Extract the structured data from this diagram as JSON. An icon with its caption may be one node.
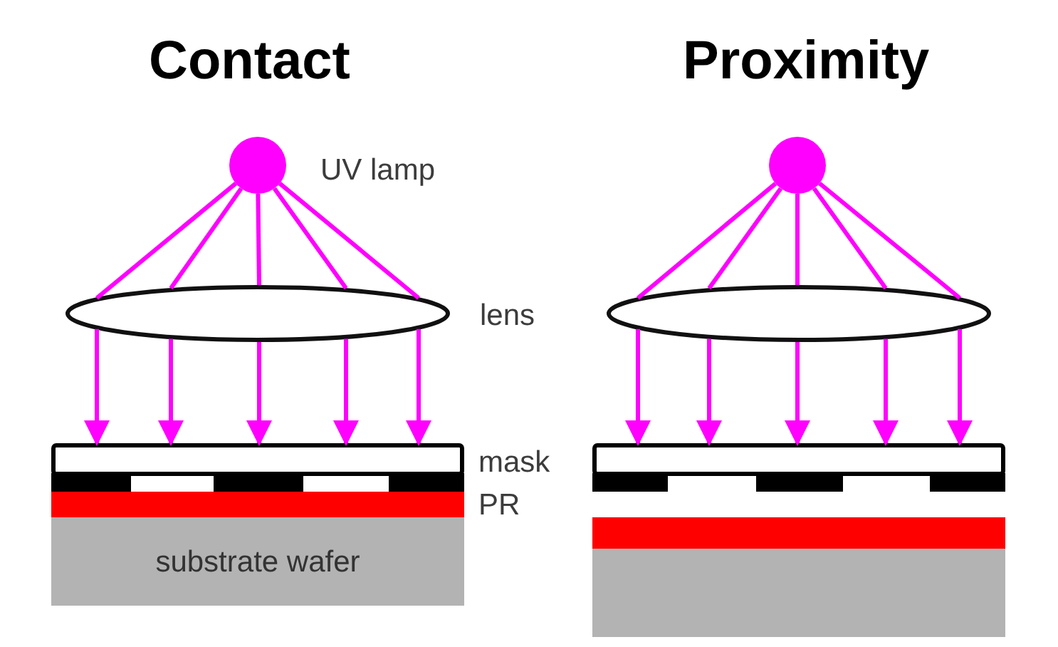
{
  "diagram": {
    "nodes": [
      {
        "text": [],
        "shape": "circle",
        "beside": [
          "UV lamp"
        ]
      },
      {
        "text": [],
        "shape": "ellipse",
        "beside": [
          "lens"
        ]
      },
      {
        "text": [],
        "shape": "box",
        "beside": [
          "mask"
        ]
      },
      {
        "text": [],
        "shape": "bar",
        "beside": [
          "PR"
        ]
      },
      {
        "text": [
          "substrate wafer"
        ]
      },
      {
        "text": [],
        "shape": "circle"
      },
      {
        "text": [],
        "shape": "ellipse"
      },
      {
        "text": [],
        "shape": "box"
      },
      {
        "text": [],
        "shape": "bar"
      },
      {
        "text": [],
        "shape": "box"
      }
    ],
    "edges": [
      {
        "from": 0,
        "to": 1,
        "arrow": "none"
      },
      {
        "from": 0,
        "to": 1,
        "arrow": "none"
      },
      {
        "from": 0,
        "to": 1,
        "arrow": "none"
      },
      {
        "from": 0,
        "to": 1,
        "arrow": "none"
      },
      {
        "from": 0,
        "to": 1,
        "arrow": "none"
      },
      {
        "from": 1,
        "to": 2,
        "arrow": "to"
      },
      {
        "from": 1,
        "to": 2,
        "arrow": "to"
      },
      {
        "from": 1,
        "to": 2,
        "arrow": "to"
      },
      {
        "from": 1,
        "to": 2,
        "arrow": "to"
      },
      {
        "from": 1,
        "to": 2,
        "arrow": "to"
      },
      {
        "from": 5,
        "to": 6,
        "arrow": "none"
      },
      {
        "from": 5,
        "to": 6,
        "arrow": "none"
      },
      {
        "from": 5,
        "to": 6,
        "arrow": "none"
      },
      {
        "from": 5,
        "to": 6,
        "arrow": "none"
      },
      {
        "from": 5,
        "to": 6,
        "arrow": "none"
      },
      {
        "from": 6,
        "to": 7,
        "arrow": "to"
      },
      {
        "from": 6,
        "to": 7,
        "arrow": "to"
      },
      {
        "from": 6,
        "to": 7,
        "arrow": "to"
      },
      {
        "from": 6,
        "to": 7,
        "arrow": "to"
      },
      {
        "from": 6,
        "to": 7,
        "arrow": "to"
      }
    ],
    "labels": [
      "Contact",
      "Proximity"
    ]
  }
}
